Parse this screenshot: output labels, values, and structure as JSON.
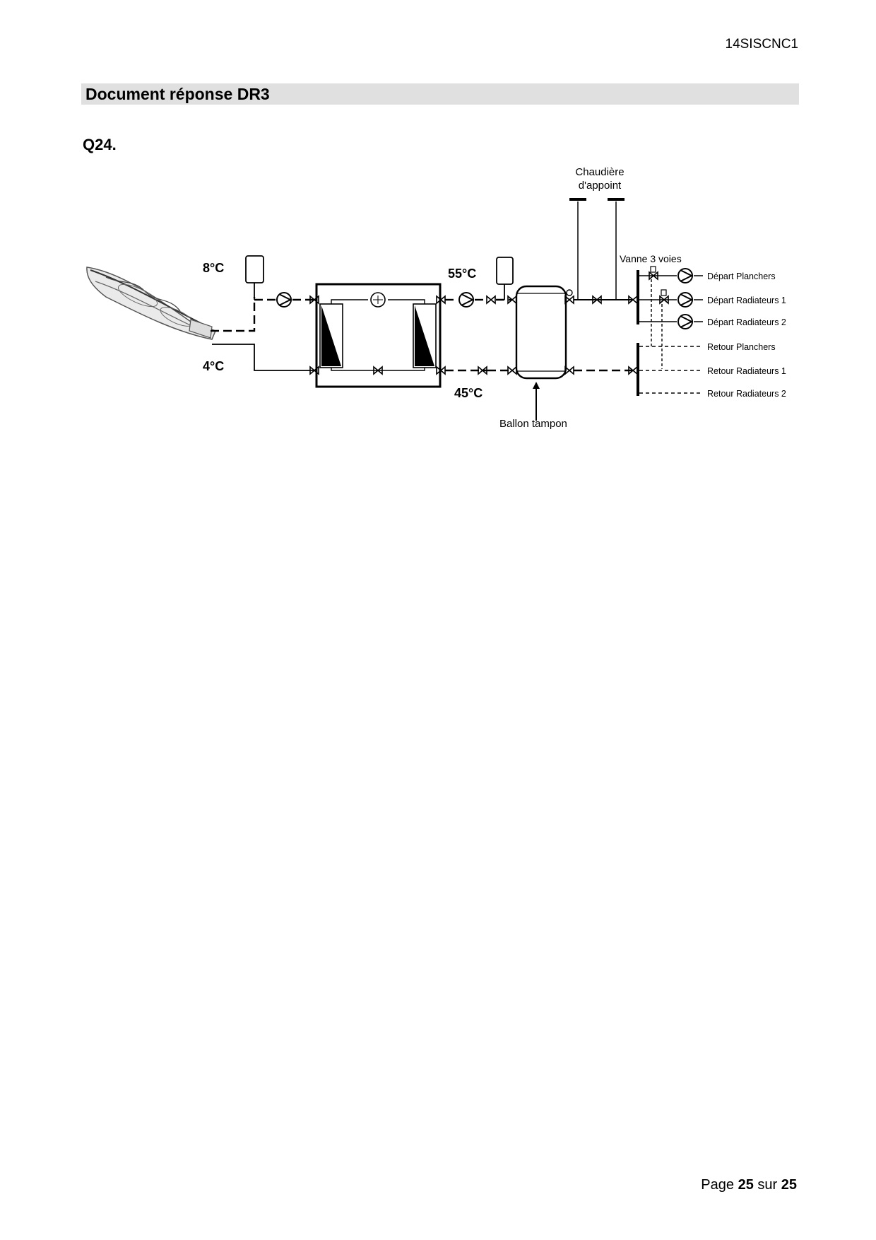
{
  "document": {
    "code": "14SISCNC1",
    "title": "Document réponse DR3",
    "question": "Q24."
  },
  "schema": {
    "labels": {
      "temp_in": "8°C",
      "temp_out": "4°C",
      "temp_hot": "55°C",
      "temp_return": "45°C",
      "chaudiere_line1": "Chaudière",
      "chaudiere_line2": "d'appoint",
      "vanne": "Vanne 3 voies",
      "depart_planchers": "Départ Planchers",
      "depart_radiateurs1": "Départ Radiateurs 1",
      "depart_radiateurs2": "Départ Radiateurs 2",
      "retour_planchers": "Retour Planchers",
      "retour_radiateurs1": "Retour Radiateurs 1",
      "retour_radiateurs2": "Retour Radiateurs 2",
      "ballon": "Ballon tampon"
    }
  },
  "footer": {
    "prefix": "Page",
    "page": "25",
    "separator": "sur",
    "total": "25"
  }
}
